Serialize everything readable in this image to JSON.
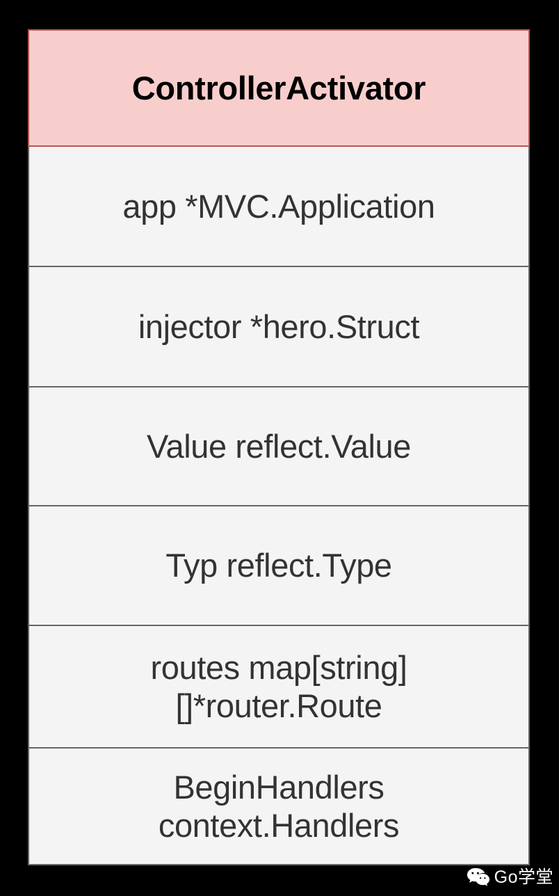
{
  "diagram": {
    "type": "uml-class",
    "title": "ControllerActivator",
    "header_fill": "#F8CECC",
    "header_stroke": "#B85450",
    "row_fill": "#F4F4F4",
    "row_stroke": "#666666",
    "text_color": "#333333",
    "title_color": "#000000",
    "background": "#000000",
    "fields": [
      {
        "text": "app *MVC.Application"
      },
      {
        "text": "injector *hero.Struct"
      },
      {
        "text": "Value reflect.Value"
      },
      {
        "text": "Typ reflect.Type"
      },
      {
        "text": "routes map[string]\n[]*router.Route"
      },
      {
        "text": "BeginHandlers\ncontext.Handlers"
      }
    ]
  },
  "watermark": {
    "icon": "wechat-icon",
    "label": "Go学堂",
    "color": "#FFFFFF"
  }
}
